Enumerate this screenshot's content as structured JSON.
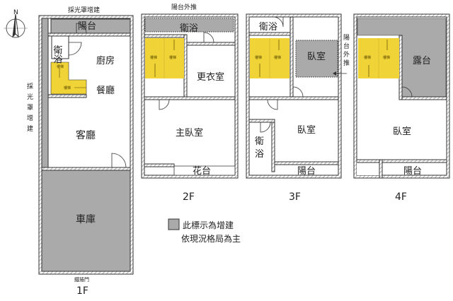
{
  "colors": {
    "addition_gray": "#aaaaaa",
    "stairs_yellow": "#f0d337",
    "wall": "#333333"
  },
  "compass": {
    "north_label": "N"
  },
  "floor_1": {
    "label": "1F",
    "top_note": "採光罩增建",
    "side_note": [
      "採",
      "光",
      "罩",
      "增",
      "建"
    ],
    "bottom_note": "鐵捲門",
    "rooms": {
      "balcony": "陽台",
      "bath": "衛浴",
      "kitchen": "廚房",
      "dining": "餐廳",
      "living": "客廳",
      "garage": "車庫"
    },
    "stairs": [
      "樓梯",
      "樓梯"
    ]
  },
  "floor_2": {
    "label": "2F",
    "top_note": "陽台外推",
    "rooms": {
      "bath": "衛浴",
      "dressing": "更衣室",
      "master_bedroom": "主臥室",
      "planter": "花台"
    },
    "stairs": [
      "樓梯",
      "樓梯"
    ]
  },
  "floor_3": {
    "label": "3F",
    "side_note": [
      "陽",
      "台",
      "外",
      "推"
    ],
    "rooms": {
      "bath_top": "衛浴",
      "bedroom_top": "臥室",
      "bedroom": "臥室",
      "bath_side": [
        "衛",
        "浴"
      ],
      "balcony": "陽台"
    },
    "stairs": [
      "樓梯",
      "樓梯"
    ]
  },
  "floor_4": {
    "label": "4F",
    "rooms": {
      "terrace": "露台",
      "bedroom": "臥室",
      "balcony": "陽台"
    },
    "stairs": [
      "樓梯",
      "樓梯"
    ]
  },
  "legend": {
    "line1": "此標示為增建",
    "line2": "依現況格局為主"
  }
}
